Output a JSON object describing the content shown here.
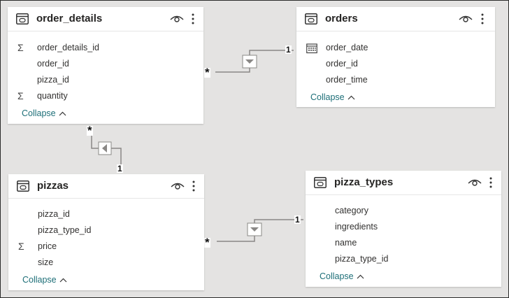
{
  "tables": {
    "order_details": {
      "title": "order_details",
      "fields": [
        {
          "name": "order_details_id",
          "icon": "sigma-icon",
          "glyph": "Σ"
        },
        {
          "name": "order_id",
          "icon": "",
          "glyph": ""
        },
        {
          "name": "pizza_id",
          "icon": "",
          "glyph": ""
        },
        {
          "name": "quantity",
          "icon": "sigma-icon",
          "glyph": "Σ"
        }
      ],
      "collapse_label": "Collapse"
    },
    "orders": {
      "title": "orders",
      "fields": [
        {
          "name": "order_date",
          "icon": "calendar-icon",
          "glyph": ""
        },
        {
          "name": "order_id",
          "icon": "",
          "glyph": ""
        },
        {
          "name": "order_time",
          "icon": "",
          "glyph": ""
        }
      ],
      "collapse_label": "Collapse"
    },
    "pizzas": {
      "title": "pizzas",
      "fields": [
        {
          "name": "pizza_id",
          "icon": "",
          "glyph": ""
        },
        {
          "name": "pizza_type_id",
          "icon": "",
          "glyph": ""
        },
        {
          "name": "price",
          "icon": "sigma-icon",
          "glyph": "Σ"
        },
        {
          "name": "size",
          "icon": "",
          "glyph": ""
        }
      ],
      "collapse_label": "Collapse"
    },
    "pizza_types": {
      "title": "pizza_types",
      "fields": [
        {
          "name": "category",
          "icon": "",
          "glyph": ""
        },
        {
          "name": "ingredients",
          "icon": "",
          "glyph": ""
        },
        {
          "name": "name",
          "icon": "",
          "glyph": ""
        },
        {
          "name": "pizza_type_id",
          "icon": "",
          "glyph": ""
        }
      ],
      "collapse_label": "Collapse"
    }
  },
  "relationships": [
    {
      "id": "order_details-orders",
      "from": "order_details",
      "to": "orders",
      "many_label": "*",
      "one_label": "1",
      "filter_direction": "down"
    },
    {
      "id": "order_details-pizzas",
      "from": "order_details",
      "to": "pizzas",
      "many_label": "*",
      "one_label": "1",
      "filter_direction": "left"
    },
    {
      "id": "pizzas-pizza_types",
      "from": "pizzas",
      "to": "pizza_types",
      "many_label": "*",
      "one_label": "1",
      "filter_direction": "down"
    }
  ],
  "colors": {
    "canvas_bg": "#e4e3e2",
    "card_bg": "#ffffff",
    "title_text": "#252423",
    "field_text": "#323130",
    "collapse_link": "#1e6f78",
    "relationship_line": "#8a8886"
  }
}
